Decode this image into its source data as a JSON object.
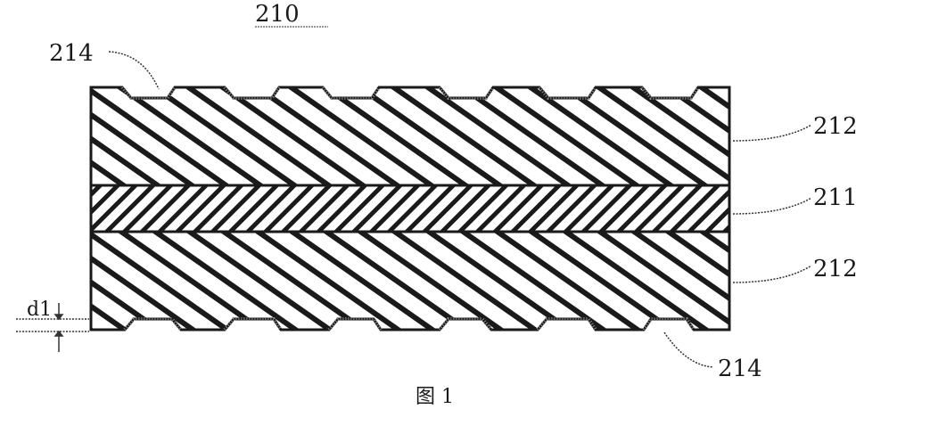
{
  "figure": {
    "caption": "图 1",
    "title_label": "210"
  },
  "labels": {
    "top_surface": "214",
    "bottom_surface": "214",
    "upper_layer": "212",
    "middle_layer": "211",
    "lower_layer": "212",
    "thickness": "d1"
  },
  "layers": [
    {
      "id": "212",
      "name": "upper layer",
      "hatch": "diagonal down-right"
    },
    {
      "id": "211",
      "name": "middle layer",
      "hatch": "diagonal up-right (herringbone contrast)"
    },
    {
      "id": "212",
      "name": "lower layer",
      "hatch": "diagonal down-right"
    }
  ],
  "colors": {
    "ink": "#1a1a1a",
    "background": "#ffffff",
    "surface_texture": "#9a9a9a"
  }
}
